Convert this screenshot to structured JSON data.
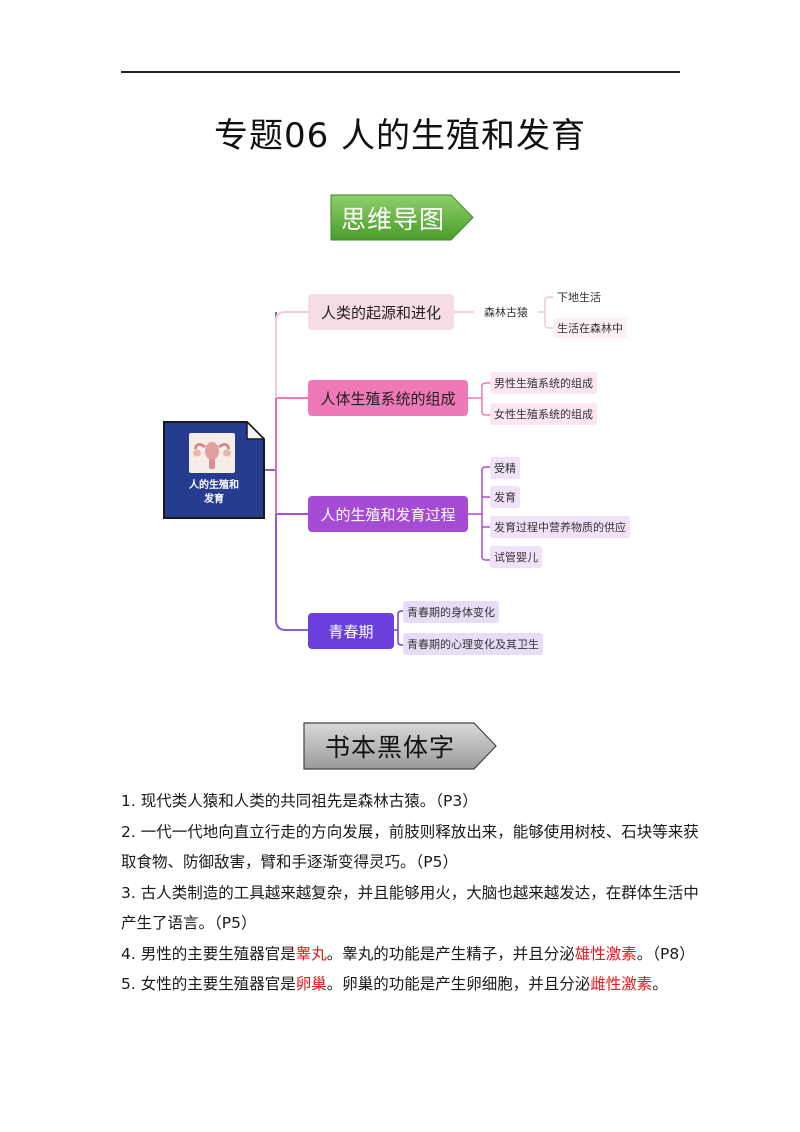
{
  "title": "专题06  人的生殖和发育",
  "banners": {
    "mindmap": "思维导图",
    "bold_text": "书本黑体字"
  },
  "mindmap": {
    "root": {
      "line1": "人的生殖和",
      "line2": "发育"
    },
    "branches": [
      {
        "label": "人类的起源和进化",
        "color": "#f6dde3",
        "mid": "森林古猿",
        "leaves": [
          "下地生活",
          "生活在森林中"
        ]
      },
      {
        "label": "人体生殖系统的组成",
        "color": "#ef78b6",
        "leaves": [
          "男性生殖系统的组成",
          "女性生殖系统的组成"
        ]
      },
      {
        "label": "人的生殖和发育过程",
        "color": "#a64bd6",
        "leaves": [
          "受精",
          "发育",
          "发育过程中营养物质的供应",
          "试管婴儿"
        ]
      },
      {
        "label": "青春期",
        "color": "#6a3fdc",
        "leaves": [
          "青春期的身体变化",
          "青春期的心理变化及其卫生"
        ]
      }
    ]
  },
  "items": [
    {
      "num": "1.",
      "parts": [
        "现代类人猿和人类的共同祖先是森林古猿。（P3）"
      ]
    },
    {
      "num": "2.",
      "parts": [
        "一代一代地向直立行走的方向发展，前肢则释放出来，能够使用树枝、石块等来获取食物、防御敌害，臂和手逐渐变得灵巧。（P5）"
      ]
    },
    {
      "num": "3.",
      "parts": [
        "古人类制造的工具越来越复杂，并且能够用火，大脑也越来越发达，在群体生活中产生了语言。（P5）"
      ]
    },
    {
      "num": "4.",
      "parts": [
        "男性的主要生殖器官是",
        "睾丸",
        "。睾丸的功能是产生精子，并且分泌",
        "雄性激素",
        "。（P8）"
      ]
    },
    {
      "num": "5.",
      "parts": [
        "女性的主要生殖器官是",
        "卵巢",
        "。卵巢的功能是产生卵细胞，并且分泌",
        "雌性激素",
        "。"
      ]
    }
  ]
}
